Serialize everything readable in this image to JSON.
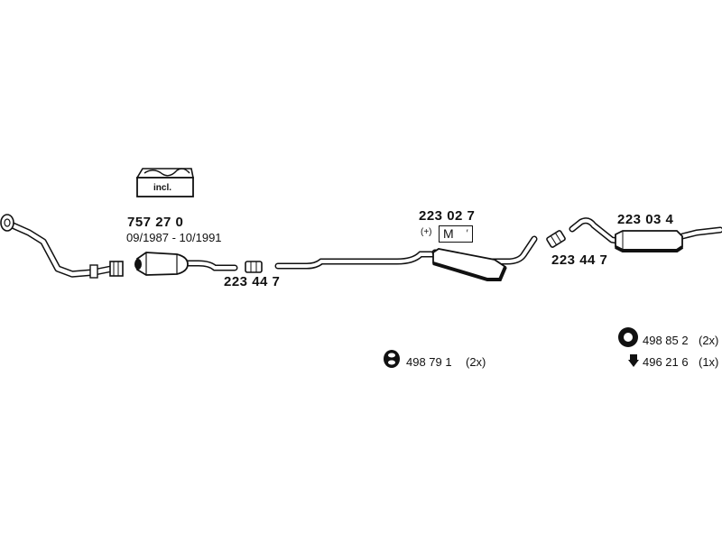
{
  "kit": {
    "label": "incl."
  },
  "parts": {
    "catalyst": {
      "number": "757 27 0",
      "date_range": "09/1987 - 10/1991"
    },
    "clamp_front": {
      "number": "223 44 7"
    },
    "middle_silencer": {
      "number": "223 02 7",
      "plus_marker": "(+)",
      "m_badge": "M"
    },
    "clamp_rear": {
      "number": "223 44 7"
    },
    "rear_silencer": {
      "number": "223 03 4"
    }
  },
  "accessories": [
    {
      "number": "498 79 1",
      "qty": "(2x)",
      "icon": "rubber-mount-icon"
    },
    {
      "number": "498 85 2",
      "qty": "(2x)",
      "icon": "ring-mount-icon"
    },
    {
      "number": "496 21 6",
      "qty": "(1x)",
      "icon": "bolt-icon"
    }
  ]
}
